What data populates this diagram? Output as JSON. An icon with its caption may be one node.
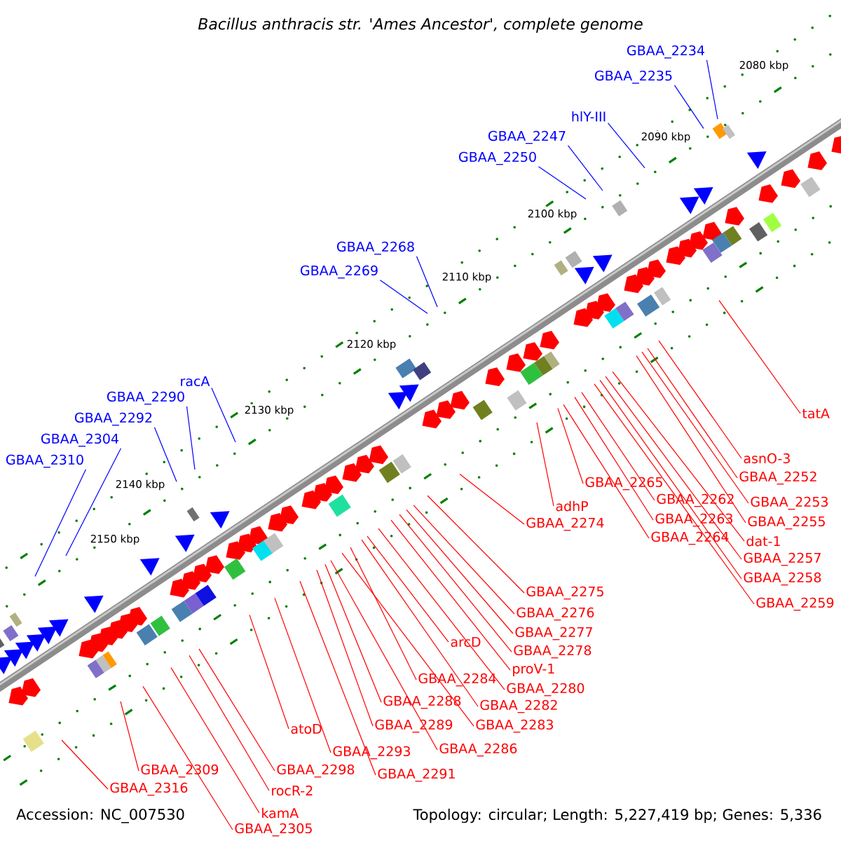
{
  "diagram": {
    "title": "Bacillus anthracis str. 'Ames Ancestor', complete genome",
    "nodes": [
      {
        "text": [
          "GBAA_2234"
        ]
      },
      {
        "text": [
          "GBAA_2235"
        ]
      },
      {
        "text": [
          "hlY-III"
        ]
      },
      {
        "text": [
          "GBAA_2247"
        ]
      },
      {
        "text": [
          "GBAA_2250"
        ]
      },
      {
        "text": [
          "GBAA_2268"
        ]
      },
      {
        "text": [
          "GBAA_2269"
        ]
      },
      {
        "text": [
          "racA"
        ]
      },
      {
        "text": [
          "GBAA_2290"
        ]
      },
      {
        "text": [
          "GBAA_2292"
        ]
      },
      {
        "text": [
          "GBAA_2304"
        ]
      },
      {
        "text": [
          "GBAA_2310"
        ]
      },
      {
        "text": [
          "tatA"
        ]
      },
      {
        "text": [
          "asnO-3"
        ]
      },
      {
        "text": [
          "GBAA_2252"
        ]
      },
      {
        "text": [
          "GBAA_2253"
        ]
      },
      {
        "text": [
          "GBAA_2255"
        ]
      },
      {
        "text": [
          "dat-1"
        ]
      },
      {
        "text": [
          "GBAA_2257"
        ]
      },
      {
        "text": [
          "GBAA_2258"
        ]
      },
      {
        "text": [
          "GBAA_2259"
        ]
      },
      {
        "text": [
          "GBAA_2262"
        ]
      },
      {
        "text": [
          "GBAA_2263"
        ]
      },
      {
        "text": [
          "GBAA_2264"
        ]
      },
      {
        "text": [
          "GBAA_2265"
        ]
      },
      {
        "text": [
          "adhP"
        ]
      },
      {
        "text": [
          "GBAA_2274"
        ]
      },
      {
        "text": [
          "GBAA_2275"
        ]
      },
      {
        "text": [
          "GBAA_2276"
        ]
      },
      {
        "text": [
          "GBAA_2277"
        ]
      },
      {
        "text": [
          "GBAA_2278"
        ]
      },
      {
        "text": [
          "proV-1"
        ]
      },
      {
        "text": [
          "arcD"
        ]
      },
      {
        "text": [
          "GBAA_2280"
        ]
      },
      {
        "text": [
          "GBAA_2284"
        ]
      },
      {
        "text": [
          "GBAA_2282"
        ]
      },
      {
        "text": [
          "GBAA_2288"
        ]
      },
      {
        "text": [
          "GBAA_2283"
        ]
      },
      {
        "text": [
          "GBAA_2289"
        ]
      },
      {
        "text": [
          "GBAA_2286"
        ]
      },
      {
        "text": [
          "GBAA_2293"
        ]
      },
      {
        "text": [
          "GBAA_2291"
        ]
      },
      {
        "text": [
          "atoD"
        ]
      },
      {
        "text": [
          "GBAA_2298"
        ]
      },
      {
        "text": [
          "rocR-2"
        ]
      },
      {
        "text": [
          "kamA"
        ]
      },
      {
        "text": [
          "GBAA_2305"
        ]
      },
      {
        "text": [
          "GBAA_2309"
        ]
      },
      {
        "text": [
          "GBAA_2316"
        ]
      }
    ],
    "edges": [
      {
        "from": 0,
        "to": null,
        "arrow": "none",
        "color": "#0000ff"
      },
      {
        "from": 1,
        "to": null,
        "arrow": "none",
        "color": "#0000ff"
      },
      {
        "from": 2,
        "to": null,
        "arrow": "none",
        "color": "#0000ff"
      },
      {
        "from": 3,
        "to": null,
        "arrow": "none",
        "color": "#0000ff"
      },
      {
        "from": 4,
        "to": null,
        "arrow": "none",
        "color": "#0000ff"
      },
      {
        "from": 5,
        "to": null,
        "arrow": "none",
        "color": "#0000ff"
      },
      {
        "from": 6,
        "to": null,
        "arrow": "none",
        "color": "#0000ff"
      },
      {
        "from": 7,
        "to": null,
        "arrow": "none",
        "color": "#0000ff"
      },
      {
        "from": 8,
        "to": null,
        "arrow": "none",
        "color": "#0000ff"
      },
      {
        "from": 9,
        "to": null,
        "arrow": "none",
        "color": "#0000ff"
      },
      {
        "from": 10,
        "to": null,
        "arrow": "none",
        "color": "#0000ff"
      },
      {
        "from": 11,
        "to": null,
        "arrow": "none",
        "color": "#0000ff"
      },
      {
        "from": 12,
        "to": null,
        "arrow": "none"
      },
      {
        "from": 13,
        "to": null,
        "arrow": "none"
      },
      {
        "from": 14,
        "to": null,
        "arrow": "none"
      },
      {
        "from": 15,
        "to": null,
        "arrow": "none"
      },
      {
        "from": 16,
        "to": null,
        "arrow": "none"
      },
      {
        "from": 17,
        "to": null,
        "arrow": "none"
      },
      {
        "from": 18,
        "to": null,
        "arrow": "none"
      },
      {
        "from": 19,
        "to": null,
        "arrow": "none"
      },
      {
        "from": 20,
        "to": null,
        "arrow": "none"
      },
      {
        "from": 21,
        "to": null,
        "arrow": "none"
      },
      {
        "from": 22,
        "to": null,
        "arrow": "none"
      },
      {
        "from": 23,
        "to": null,
        "arrow": "none"
      },
      {
        "from": 24,
        "to": null,
        "arrow": "none"
      },
      {
        "from": 25,
        "to": null,
        "arrow": "none"
      },
      {
        "from": 26,
        "to": null,
        "arrow": "none"
      },
      {
        "from": 27,
        "to": null,
        "arrow": "none"
      },
      {
        "from": 28,
        "to": null,
        "arrow": "none"
      },
      {
        "from": 29,
        "to": null,
        "arrow": "none"
      },
      {
        "from": 30,
        "to": null,
        "arrow": "none"
      },
      {
        "from": 31,
        "to": null,
        "arrow": "none"
      },
      {
        "from": 32,
        "to": null,
        "arrow": "none"
      },
      {
        "from": 33,
        "to": null,
        "arrow": "none"
      },
      {
        "from": 34,
        "to": null,
        "arrow": "none"
      },
      {
        "from": 35,
        "to": null,
        "arrow": "none"
      },
      {
        "from": 36,
        "to": null,
        "arrow": "none"
      },
      {
        "from": 37,
        "to": null,
        "arrow": "none"
      },
      {
        "from": 38,
        "to": null,
        "arrow": "none"
      },
      {
        "from": 39,
        "to": null,
        "arrow": "none"
      },
      {
        "from": 40,
        "to": null,
        "arrow": "none"
      },
      {
        "from": 41,
        "to": null,
        "arrow": "none"
      },
      {
        "from": 42,
        "to": null,
        "arrow": "none"
      },
      {
        "from": 43,
        "to": null,
        "arrow": "none"
      },
      {
        "from": 44,
        "to": null,
        "arrow": "none"
      },
      {
        "from": 45,
        "to": null,
        "arrow": "none"
      },
      {
        "from": 46,
        "to": null,
        "arrow": "none"
      },
      {
        "from": 47,
        "to": null,
        "arrow": "none"
      },
      {
        "from": 48,
        "to": null,
        "arrow": "none"
      }
    ],
    "labels": [
      "2080 kbp",
      "2090 kbp",
      "2100 kbp",
      "2110 kbp",
      "2120 kbp",
      "2130 kbp",
      "2140 kbp",
      "2150 kbp",
      "Accession: NC_007530",
      "Topology: circular; Length: 5,227,419 bp; Genes: 5,336"
    ]
  }
}
